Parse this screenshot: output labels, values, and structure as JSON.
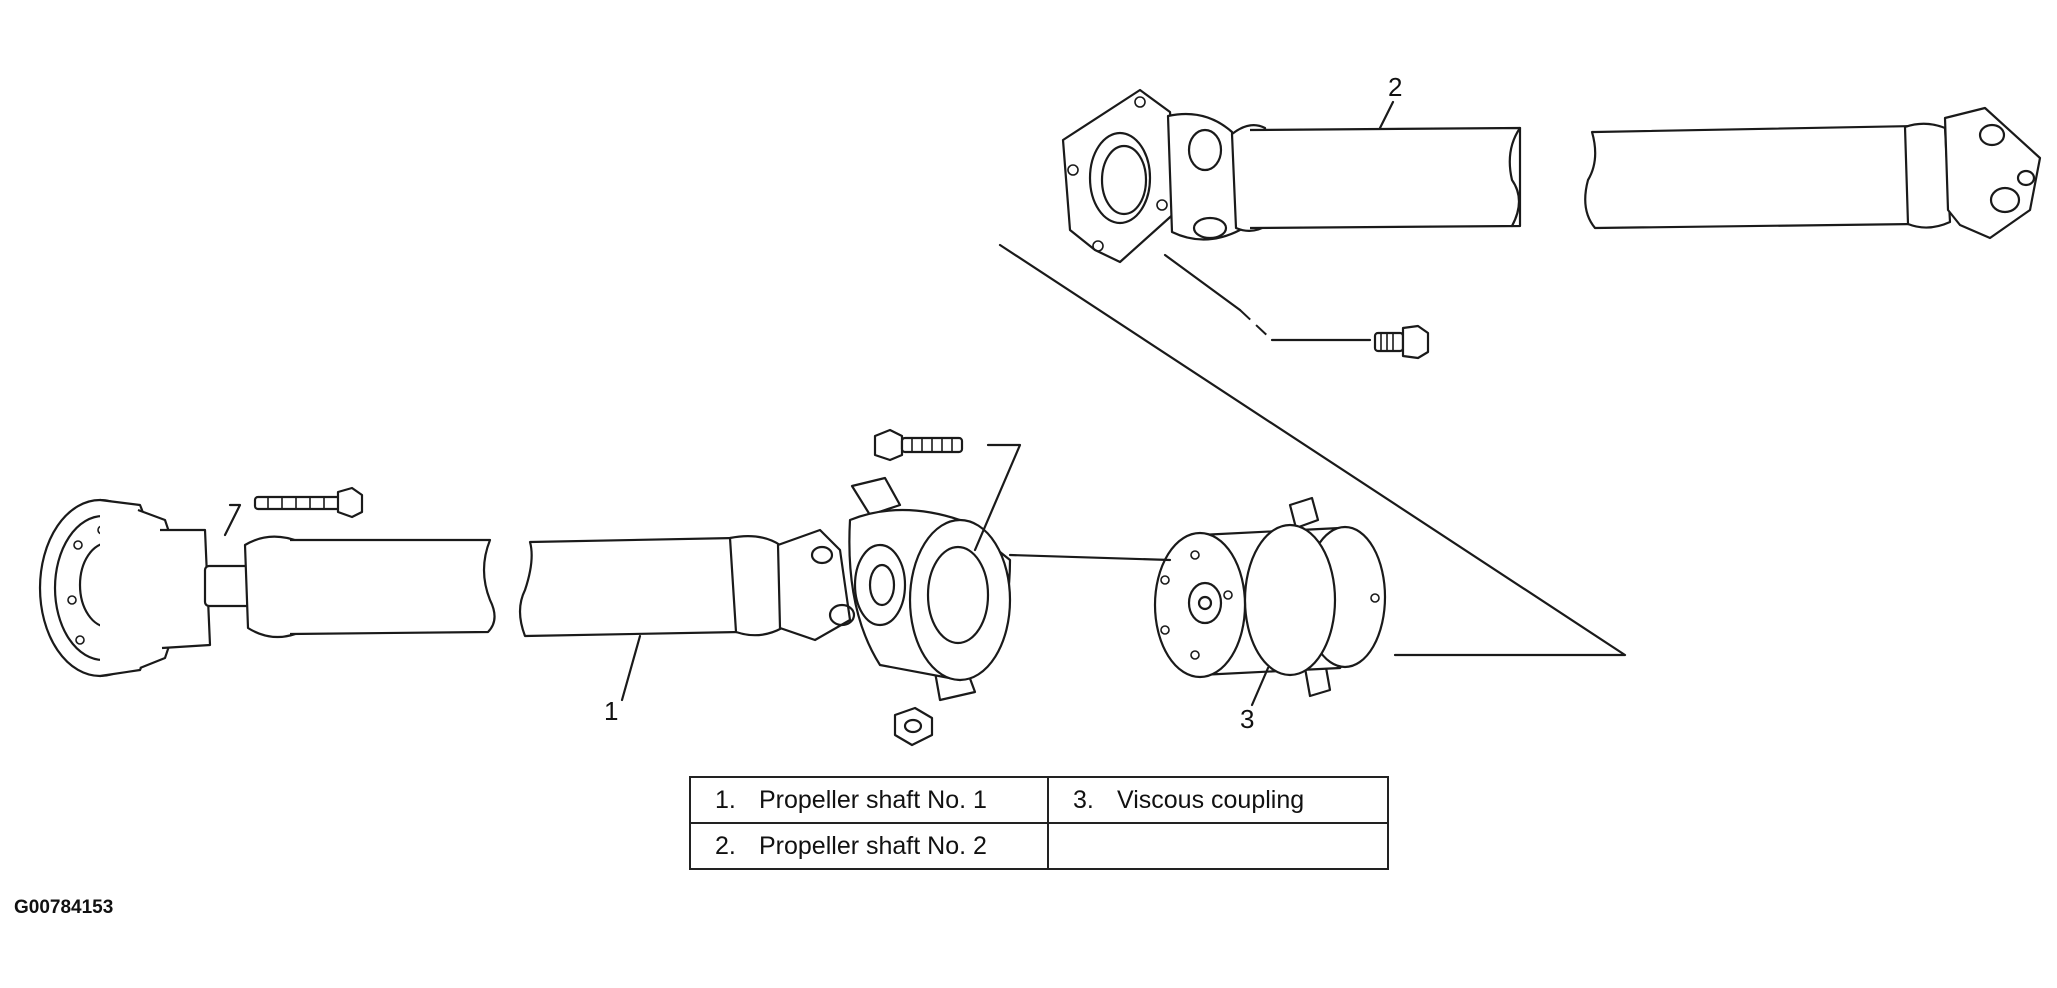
{
  "callouts": {
    "c1": "1",
    "c2": "2",
    "c3": "3"
  },
  "legend": {
    "rows": [
      [
        {
          "num": "1.",
          "label": "Propeller shaft No. 1"
        },
        {
          "num": "3.",
          "label": "Viscous coupling"
        }
      ],
      [
        {
          "num": "2.",
          "label": "Propeller shaft No. 2"
        },
        {
          "num": "",
          "label": ""
        }
      ]
    ]
  },
  "figure_code": "G00784153"
}
